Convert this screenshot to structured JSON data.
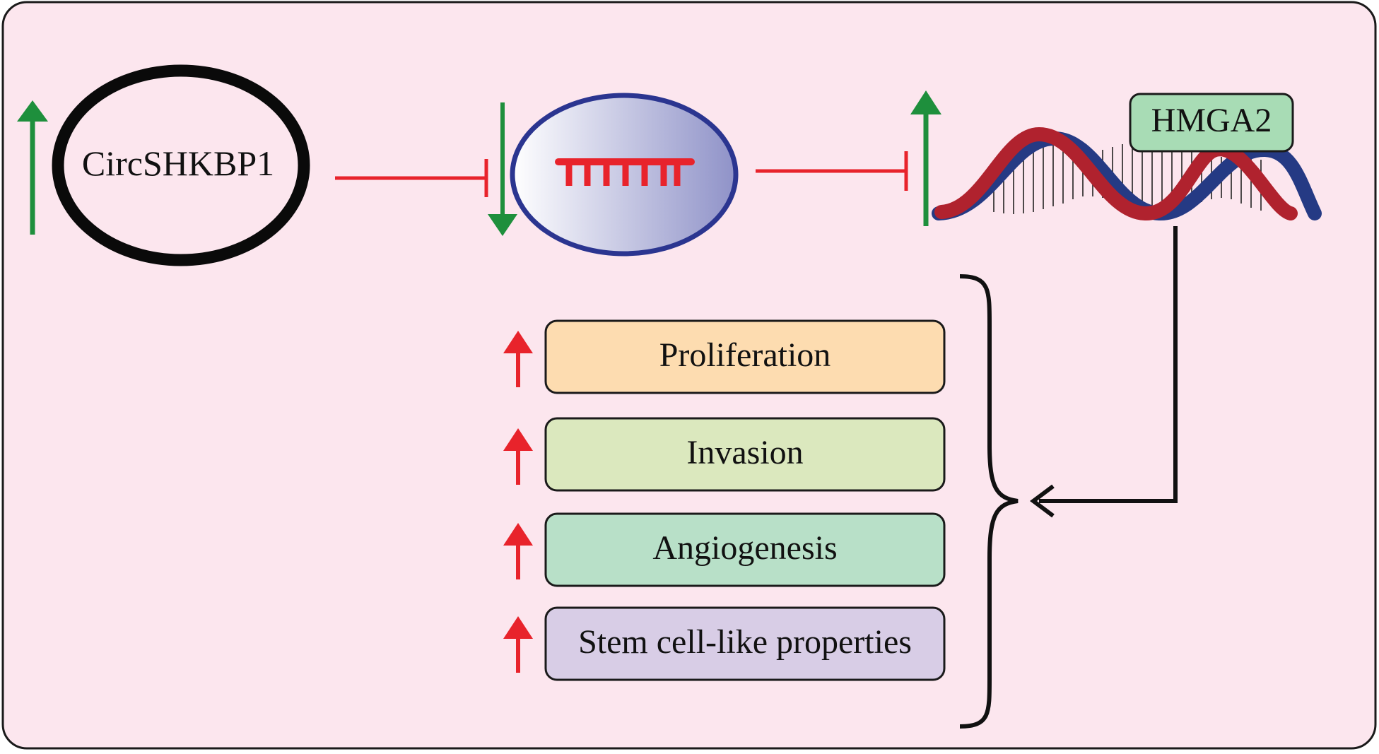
{
  "diagram": {
    "circrna": {
      "label": "CircSHKBP1"
    },
    "target_gene": {
      "label": "HMGA2"
    },
    "outcomes": [
      {
        "label": "Proliferation"
      },
      {
        "label": "Invasion"
      },
      {
        "label": "Angiogenesis"
      },
      {
        "label": "Stem cell-like properties"
      }
    ]
  },
  "colors": {
    "background": "#fce6ee",
    "border": "#1a1a1a",
    "up_green": "#1e8f3c",
    "down_green": "#1e8f3c",
    "inhibit_red": "#e8232b",
    "up_red": "#e8232b",
    "mirna_ellipse_border": "#2b3590",
    "dna_red": "#b0222e",
    "dna_blue": "#253a84",
    "hmga2_box": "#a8dcb5",
    "outcome_fills": [
      "#fddcb0",
      "#dbe8be",
      "#b8e0c8",
      "#d8cde6"
    ]
  },
  "icons": [
    "up-arrow-icon",
    "down-arrow-icon",
    "inhibition-arrow-icon",
    "dna-helix-icon",
    "mirna-icon",
    "brace-icon",
    "pointer-arrow-icon"
  ]
}
